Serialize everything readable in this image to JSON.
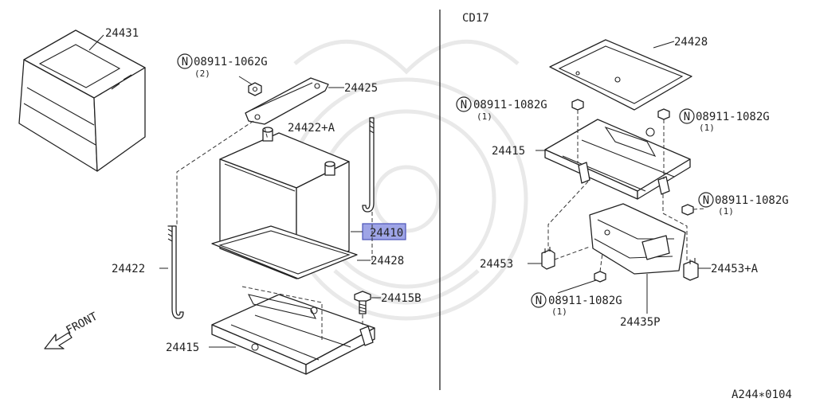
{
  "sections": {
    "left": {
      "parts": [
        {
          "id": "battery-cover",
          "label": "24431"
        },
        {
          "id": "nut-1",
          "label": "08911-1062G",
          "qty": "(2)"
        },
        {
          "id": "frame-bracket",
          "label": "24425"
        },
        {
          "id": "rod-a",
          "label": "24422+A"
        },
        {
          "id": "battery",
          "label": "24410",
          "highlighted": true
        },
        {
          "id": "tray-pad",
          "label": "24428"
        },
        {
          "id": "rod",
          "label": "24422"
        },
        {
          "id": "bolt",
          "label": "24415B"
        },
        {
          "id": "battery-tray",
          "label": "24415"
        }
      ],
      "front_label": "FRONT"
    },
    "right": {
      "variant": "CD17",
      "parts": [
        {
          "id": "pad-r",
          "label": "24428"
        },
        {
          "id": "nut-r1",
          "label": "08911-1082G",
          "qty": "(1)"
        },
        {
          "id": "nut-r2",
          "label": "08911-1082G",
          "qty": "(1)"
        },
        {
          "id": "tray-r",
          "label": "24415"
        },
        {
          "id": "nut-r3",
          "label": "08911-1082G",
          "qty": "(1)"
        },
        {
          "id": "clip-l",
          "label": "24453"
        },
        {
          "id": "clip-r",
          "label": "24453+A"
        },
        {
          "id": "nut-r4",
          "label": "08911-1082G",
          "qty": "(1)"
        },
        {
          "id": "support",
          "label": "24435P"
        }
      ]
    }
  },
  "nut_symbol": "N",
  "diagram_code": "A244∗0104"
}
